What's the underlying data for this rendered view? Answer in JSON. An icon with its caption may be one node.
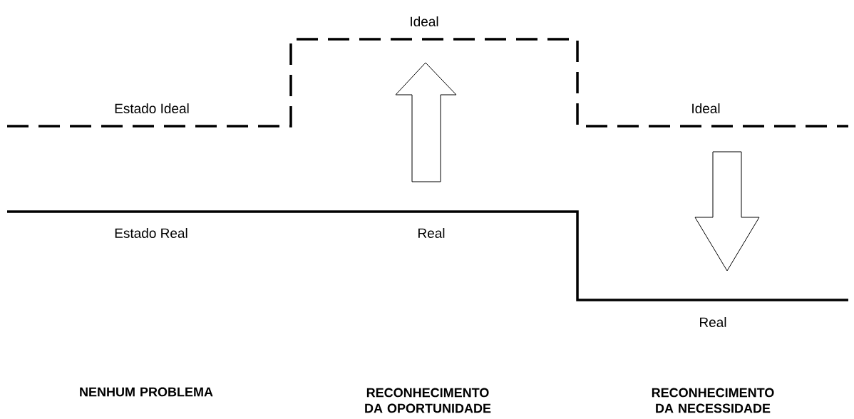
{
  "diagram": {
    "labels": [
      "Ideal",
      "Estado Ideal",
      "Ideal",
      "Estado Real",
      "Real",
      "Real",
      "NENHUM PROBLEMA",
      "RECONHECIMENTO DA OPORTUNIDADE",
      "RECONHECIMENTO DA NECESSIDADE"
    ]
  }
}
